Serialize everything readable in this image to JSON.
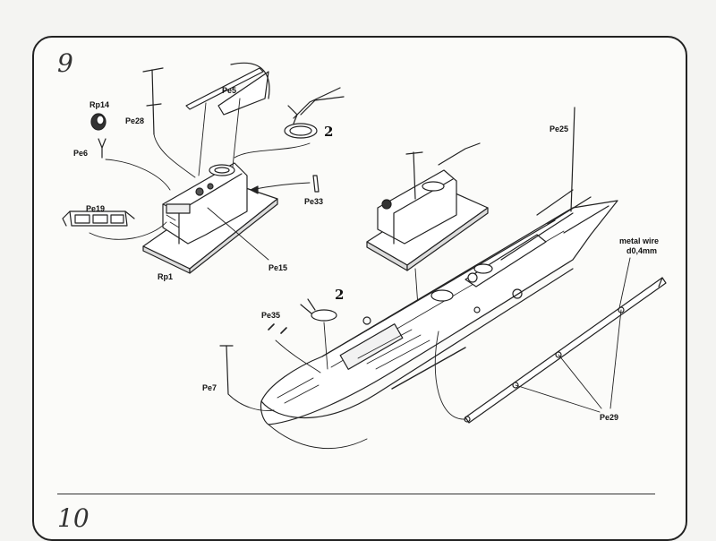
{
  "step": {
    "number": "9",
    "next_number": "10"
  },
  "labels": {
    "rp14": "Rp14",
    "pe28": "Pe28",
    "pe5": "Pe5",
    "pe6": "Pe6",
    "pe19": "Pe19",
    "pe33": "Pe33",
    "pe15": "Pe15",
    "rp1": "Rp1",
    "pe25": "Pe25",
    "pe35": "Pe35",
    "pe7": "Pe7",
    "pe29": "Pe29",
    "wire_line1": "metal wire",
    "wire_line2": "d0,4mm",
    "callout_a": "2",
    "callout_b": "2"
  }
}
